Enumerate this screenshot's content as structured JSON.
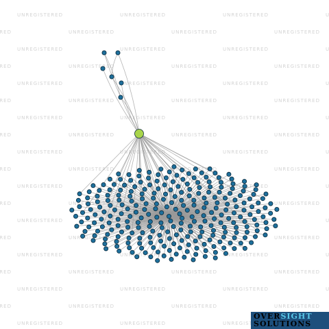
{
  "watermark": {
    "text": "UNREGISTERED",
    "color": "#d4d4d4"
  },
  "network": {
    "focus_node_color": "#a9d54b",
    "node_color": "#1e6f9b",
    "edge_color": "#9a9a9a",
    "upper_cluster_node_count": 6,
    "lower_cluster_node_count": 280
  },
  "logo": {
    "word1": "OVER",
    "word2": "SIGHT",
    "word3": "SOLUTIONS",
    "background": "#1d4f7c",
    "accent": "#58c7e8"
  }
}
